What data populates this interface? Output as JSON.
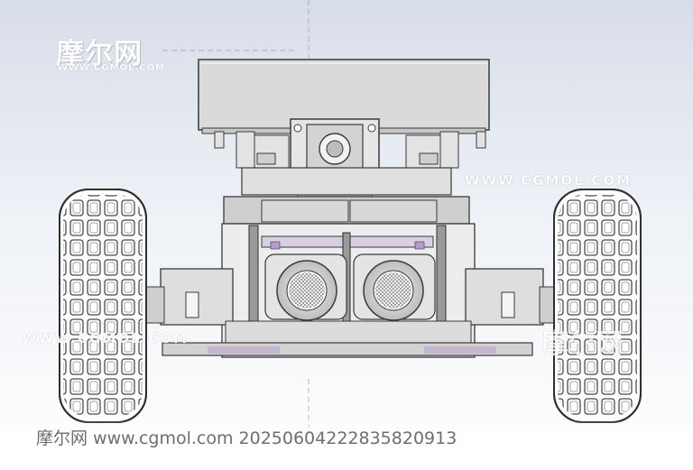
{
  "watermark": {
    "logo": "摩尔网",
    "logo_sub": "WWW.CGMOL.COM",
    "right_text": "WWW.CGMOL.COM",
    "left_mid_text": "WWW.CGMOL.COM",
    "right_mid_logo": "摩尔网"
  },
  "footer": {
    "caption": "摩尔网 www.cgmol.com 20250604222835820913"
  },
  "model": {
    "camera_module_label": "▯▯▯▯▯▯▯▯▯▯▯▯▯"
  },
  "colors": {
    "line": "#3a3a3a",
    "face": "#d9d9d9",
    "panel": "#c9c9c9",
    "highlight": "#b79ac9"
  }
}
